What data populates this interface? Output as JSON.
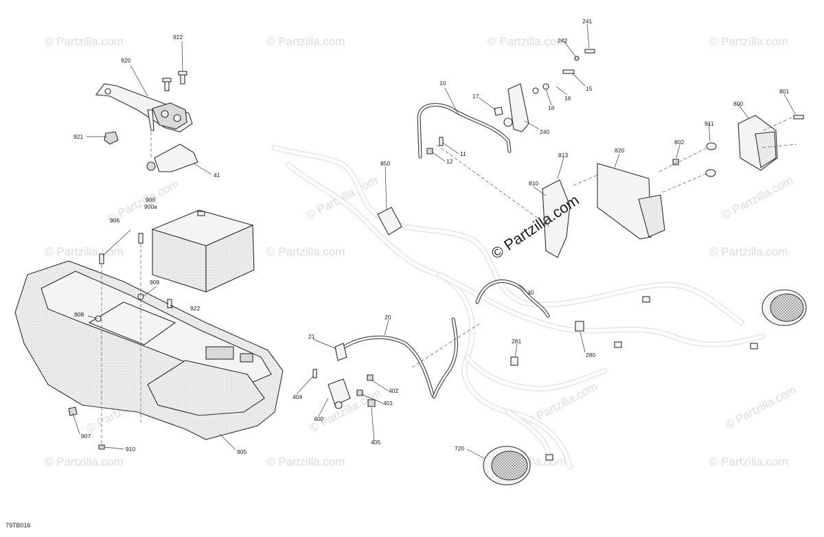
{
  "watermark_text": "© Partzilla.com",
  "diagram_code": "79TB016",
  "callouts": [
    {
      "label": "922"
    },
    {
      "label": "920"
    },
    {
      "label": "921"
    },
    {
      "label": "41"
    },
    {
      "label": "900"
    },
    {
      "label": "900a"
    },
    {
      "label": "906"
    },
    {
      "label": "908"
    },
    {
      "label": "908"
    },
    {
      "label": "922"
    },
    {
      "label": "907"
    },
    {
      "label": "910"
    },
    {
      "label": "905"
    },
    {
      "label": "850"
    },
    {
      "label": "10"
    },
    {
      "label": "17"
    },
    {
      "label": "11"
    },
    {
      "label": "12"
    },
    {
      "label": "241"
    },
    {
      "label": "242"
    },
    {
      "label": "15"
    },
    {
      "label": "16"
    },
    {
      "label": "16"
    },
    {
      "label": "240"
    },
    {
      "label": "813"
    },
    {
      "label": "810"
    },
    {
      "label": "820"
    },
    {
      "label": "802"
    },
    {
      "label": "911"
    },
    {
      "label": "800"
    },
    {
      "label": "801"
    },
    {
      "label": "40"
    },
    {
      "label": "20"
    },
    {
      "label": "21"
    },
    {
      "label": "402"
    },
    {
      "label": "401"
    },
    {
      "label": "404"
    },
    {
      "label": "400"
    },
    {
      "label": "405"
    },
    {
      "label": "281"
    },
    {
      "label": "280"
    },
    {
      "label": "720"
    }
  ]
}
